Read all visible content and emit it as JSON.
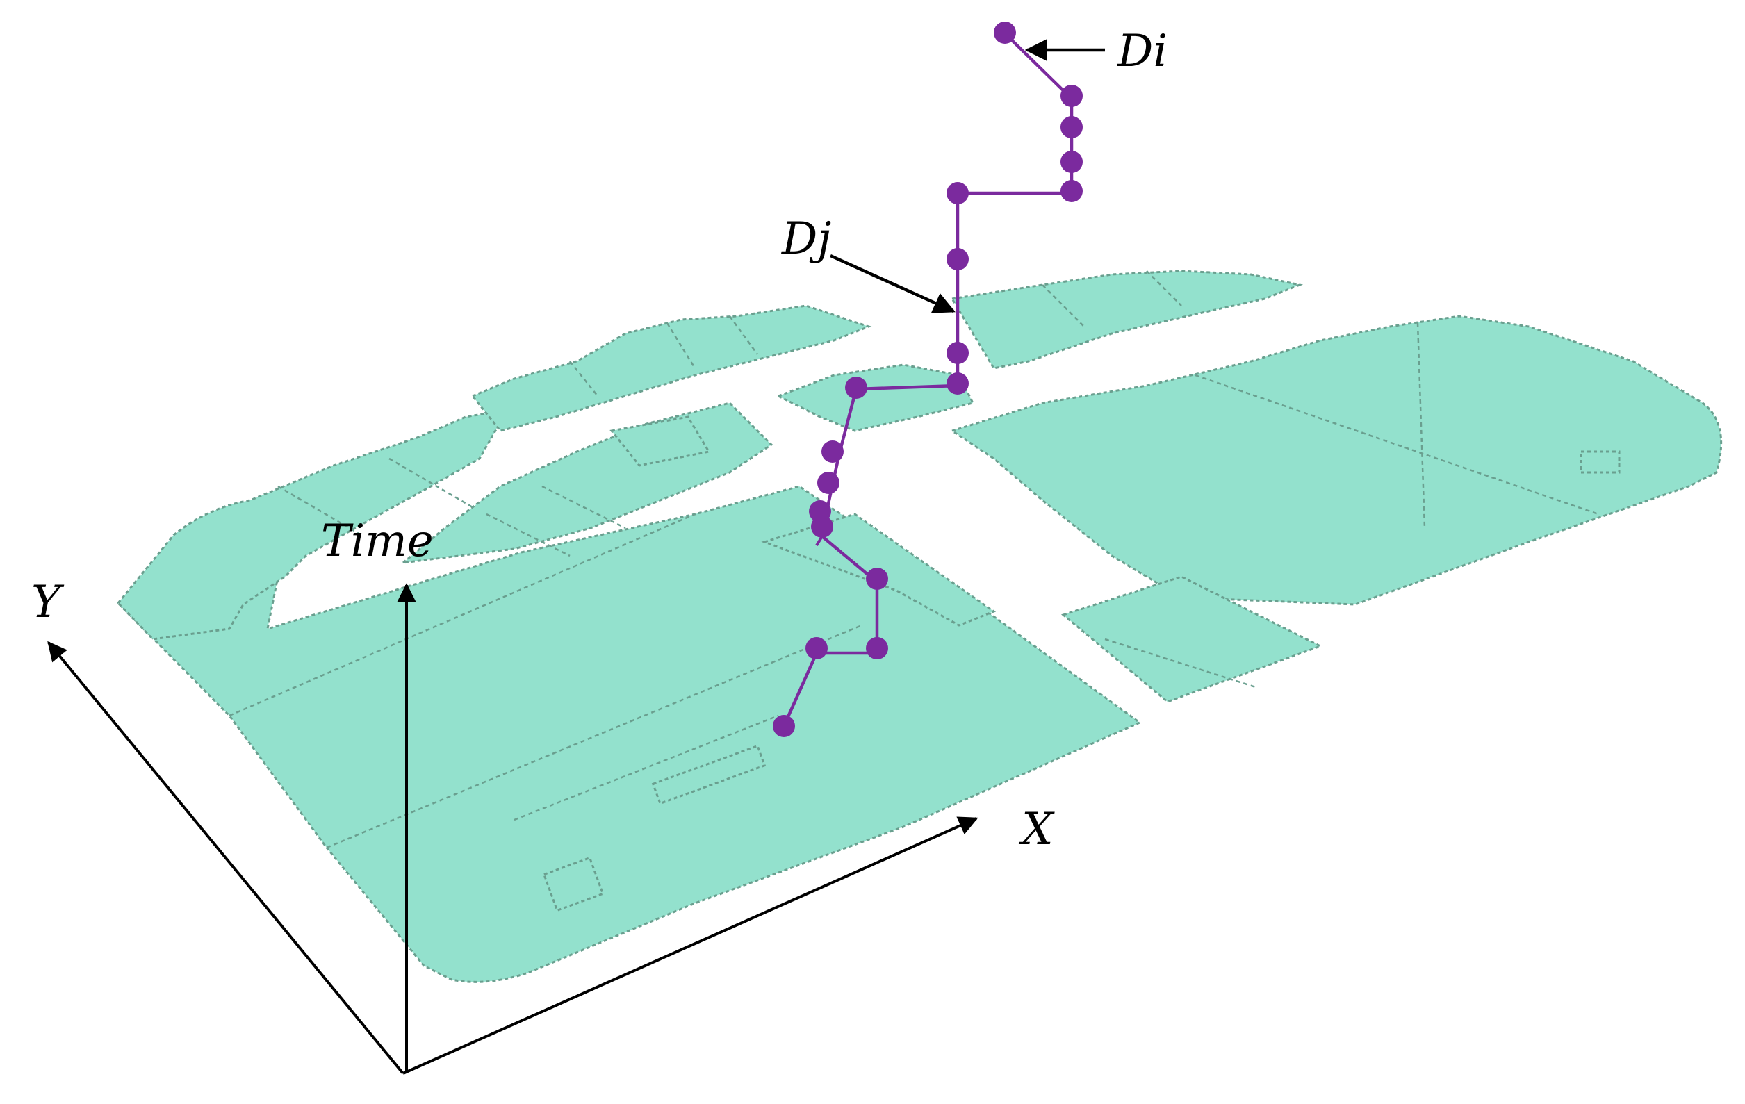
{
  "labels": {
    "di": "Di",
    "dj": "Dj",
    "time": "Time",
    "x_axis": "X",
    "y_axis": "Y"
  },
  "colors": {
    "ground": "#93e1cd",
    "ground_edge": "#6a9f8f",
    "path": "#7b2a9e",
    "node": "#7b2a9e",
    "ink": "#000000"
  },
  "icons": {
    "arrow": "arrow-icon"
  }
}
